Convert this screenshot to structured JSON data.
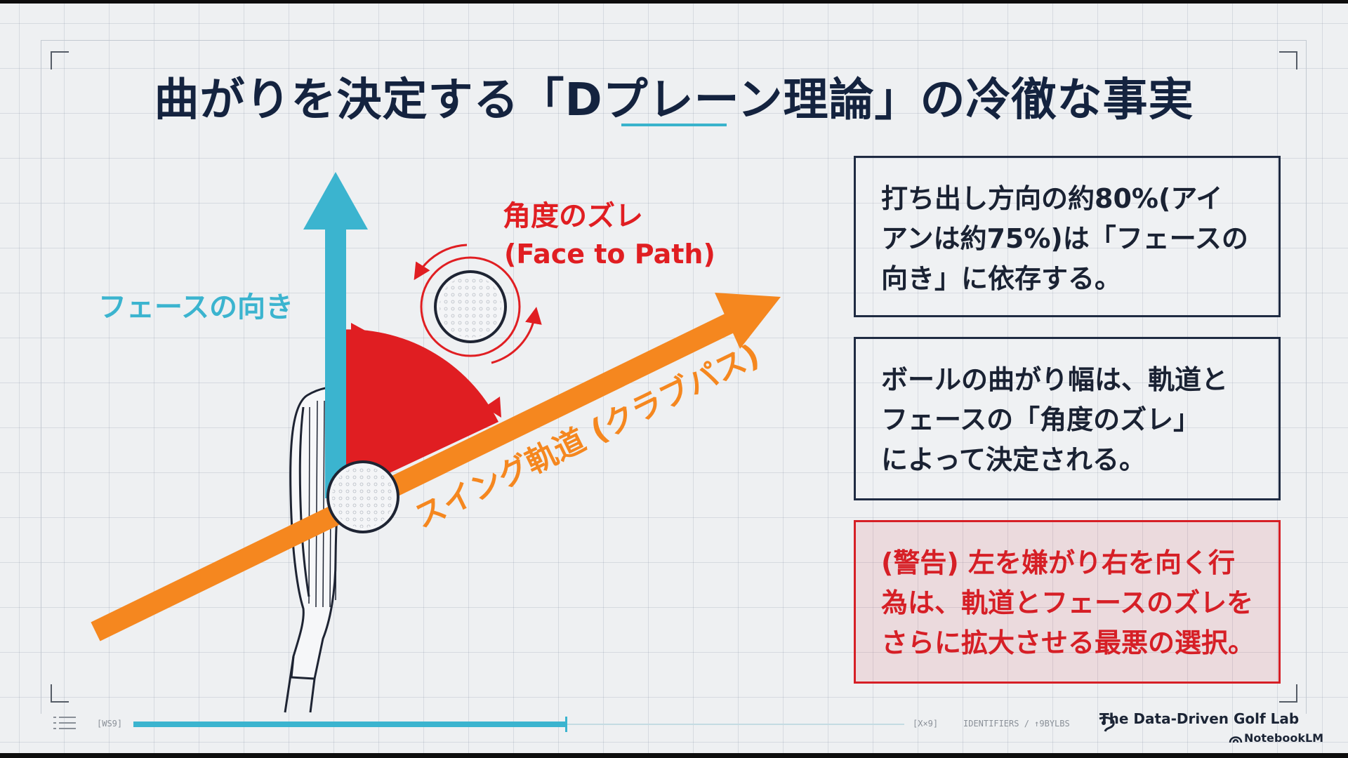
{
  "title": "曲がりを決定する「Dプレーン理論」の冷徹な事実",
  "diagram": {
    "face_label": "フェースの向き",
    "angle_label": "角度のズレ",
    "angle_sublabel": "(Face to Path)",
    "path_label": "スイング軌道 (クラブパス)"
  },
  "cards": [
    {
      "text": "打ち出し方向の約80%(アイ\nアンは約75%)は「フェースの\n向き」に依存する。"
    },
    {
      "text": "ボールの曲がり幅は、軌道と\nフェースの「角度のズレ」\nによって決定される。"
    },
    {
      "text": "(警告) 左を嫌がり右を向く行\n為は、軌道とフェースのズレを\nさらに拡大させる最悪の選択。"
    }
  ],
  "footer": {
    "left_code": "[WS9]",
    "right_code": "[X×9]",
    "identifiers": "IDENTIFIERS / ↑9BYLBS",
    "progress": 0.56,
    "brand": "The Data-Driven Golf Lab",
    "tool": "NotebookLM"
  },
  "colors": {
    "navy": "#14233f",
    "cyan": "#3bb4cf",
    "orange": "#f5871f",
    "red": "#e01e22"
  }
}
